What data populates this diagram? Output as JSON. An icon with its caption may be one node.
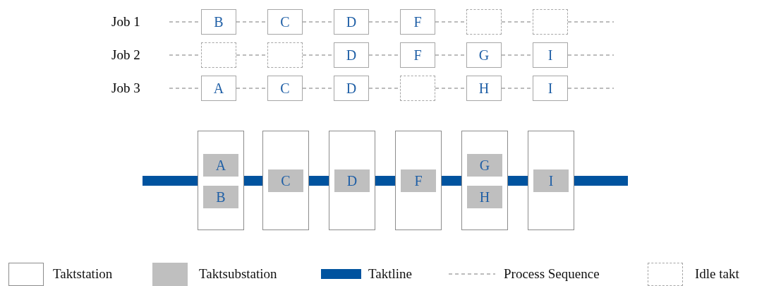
{
  "diagram": {
    "nodes": [
      {
        "text": [
          "Job 1"
        ]
      },
      {
        "text": [
          "B"
        ]
      },
      {
        "text": [
          "C"
        ]
      },
      {
        "text": [
          "D"
        ]
      },
      {
        "text": [
          "F"
        ]
      },
      {
        "text": [],
        "shape": "box"
      },
      {
        "text": [],
        "shape": "box"
      },
      {
        "text": [
          "Job 2"
        ]
      },
      {
        "text": [],
        "shape": "box"
      },
      {
        "text": [],
        "shape": "box"
      },
      {
        "text": [
          "D"
        ]
      },
      {
        "text": [
          "F"
        ]
      },
      {
        "text": [
          "G"
        ]
      },
      {
        "text": [
          "I"
        ]
      },
      {
        "text": [
          "Job 3"
        ]
      },
      {
        "text": [
          "A"
        ]
      },
      {
        "text": [
          "C"
        ]
      },
      {
        "text": [
          "D"
        ]
      },
      {
        "text": [],
        "shape": "box"
      },
      {
        "text": [
          "H"
        ]
      },
      {
        "text": [
          "I"
        ]
      },
      {
        "text": [],
        "shape": "box"
      },
      {
        "text": [
          "A"
        ],
        "in": 21
      },
      {
        "text": [
          "B"
        ],
        "in": 21
      },
      {
        "text": [],
        "shape": "box"
      },
      {
        "text": [
          "C"
        ],
        "in": 24
      },
      {
        "text": [],
        "shape": "box"
      },
      {
        "text": [
          "D"
        ],
        "in": 26
      },
      {
        "text": [],
        "shape": "box"
      },
      {
        "text": [
          "F"
        ],
        "in": 28
      },
      {
        "text": [],
        "shape": "box"
      },
      {
        "text": [
          "G"
        ],
        "in": 30
      },
      {
        "text": [
          "H"
        ],
        "in": 30
      },
      {
        "text": [],
        "shape": "box"
      },
      {
        "text": [
          "I"
        ],
        "in": 33
      }
    ],
    "edges": [
      {
        "from": 0,
        "to": 1,
        "arrow": "none",
        "style": "dashed"
      },
      {
        "from": 1,
        "to": 2,
        "arrow": "none",
        "style": "dashed"
      },
      {
        "from": 2,
        "to": 3,
        "arrow": "none",
        "style": "dashed"
      },
      {
        "from": 3,
        "to": 4,
        "arrow": "none",
        "style": "dashed"
      },
      {
        "from": 4,
        "to": 5,
        "arrow": "none",
        "style": "dashed"
      },
      {
        "from": 5,
        "to": 6,
        "arrow": "none",
        "style": "dashed"
      },
      {
        "from": 6,
        "to": null,
        "arrow": "none",
        "style": "dashed"
      },
      {
        "from": 7,
        "to": 8,
        "arrow": "none",
        "style": "dashed"
      },
      {
        "from": 8,
        "to": 9,
        "arrow": "none",
        "style": "dashed"
      },
      {
        "from": 9,
        "to": 10,
        "arrow": "none",
        "style": "dashed"
      },
      {
        "from": 10,
        "to": 11,
        "arrow": "none",
        "style": "dashed"
      },
      {
        "from": 11,
        "to": 12,
        "arrow": "none",
        "style": "dashed"
      },
      {
        "from": 12,
        "to": 13,
        "arrow": "none",
        "style": "dashed"
      },
      {
        "from": 13,
        "to": null,
        "arrow": "none",
        "style": "dashed"
      },
      {
        "from": 14,
        "to": 15,
        "arrow": "none",
        "style": "dashed"
      },
      {
        "from": 15,
        "to": 16,
        "arrow": "none",
        "style": "dashed"
      },
      {
        "from": 16,
        "to": 17,
        "arrow": "none",
        "style": "dashed"
      },
      {
        "from": 17,
        "to": 18,
        "arrow": "none",
        "style": "dashed"
      },
      {
        "from": 18,
        "to": 19,
        "arrow": "none",
        "style": "dashed"
      },
      {
        "from": 19,
        "to": 20,
        "arrow": "none",
        "style": "dashed"
      },
      {
        "from": 20,
        "to": null,
        "arrow": "none",
        "style": "dashed"
      },
      {
        "from": null,
        "to": 21,
        "arrow": "none",
        "style": "thick",
        "color": "#00539f"
      },
      {
        "from": 21,
        "to": 24,
        "arrow": "none",
        "style": "thick",
        "color": "#00539f"
      },
      {
        "from": 24,
        "to": 26,
        "arrow": "none",
        "style": "thick",
        "color": "#00539f"
      },
      {
        "from": 26,
        "to": 28,
        "arrow": "none",
        "style": "thick",
        "color": "#00539f"
      },
      {
        "from": 28,
        "to": 30,
        "arrow": "none",
        "style": "thick",
        "color": "#00539f"
      },
      {
        "from": 30,
        "to": 33,
        "arrow": "none",
        "style": "thick",
        "color": "#00539f"
      },
      {
        "from": 33,
        "to": null,
        "arrow": "none",
        "style": "thick",
        "color": "#00539f"
      }
    ],
    "legend": [
      {
        "text": "Taktstation"
      },
      {
        "text": "Taktsubstation",
        "color": "#bfbfbf"
      },
      {
        "text": "Taktline",
        "color": "#00539f"
      },
      {
        "text": "Process Sequence"
      },
      {
        "text": "Idle takt"
      }
    ]
  }
}
